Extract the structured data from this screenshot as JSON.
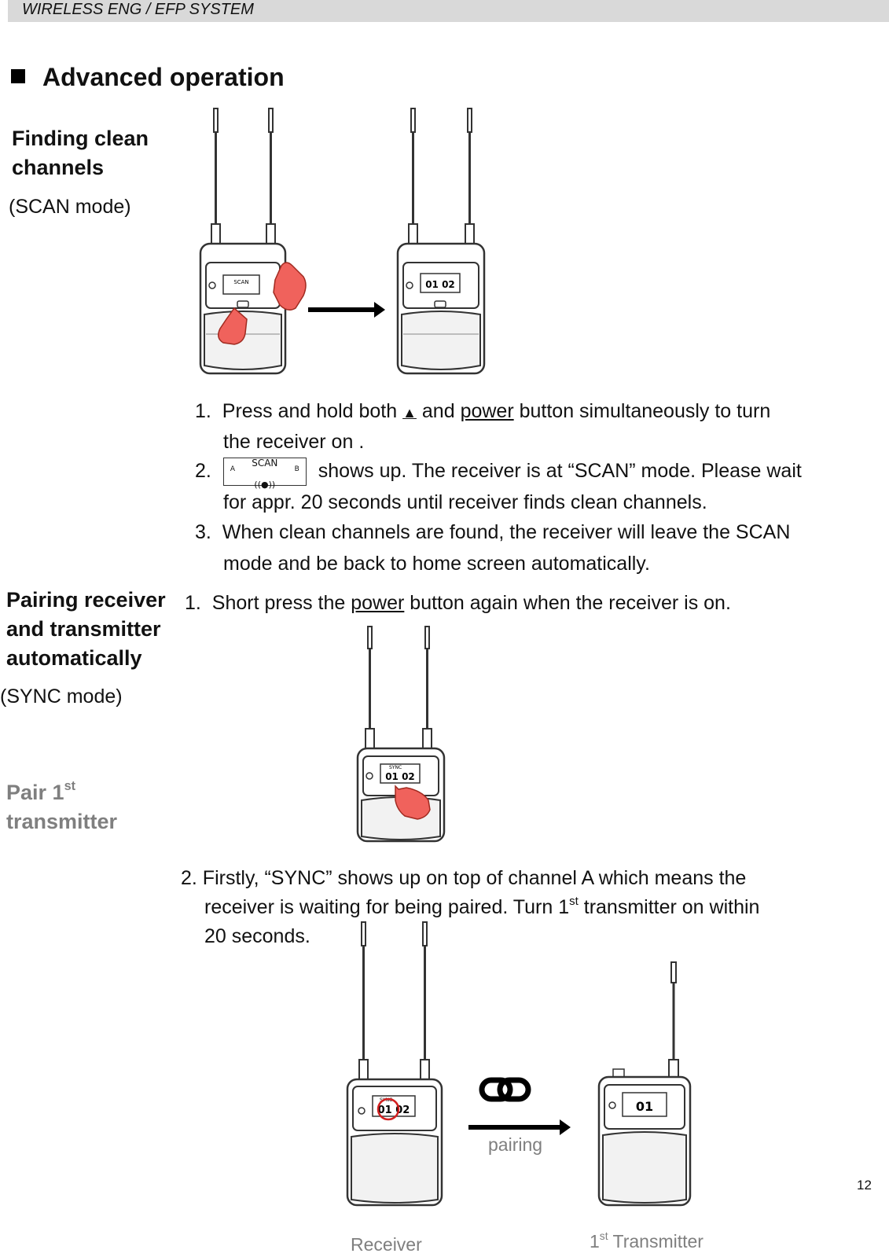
{
  "header": {
    "text": "WIRELESS ENG / EFP SYSTEM"
  },
  "title": "Advanced operation",
  "scan": {
    "heading_line1": "Finding clean",
    "heading_line2": "channels",
    "mode": "(SCAN mode)",
    "step1_num": "1.",
    "step1_a": "Press and hold both",
    "step1_b": "and",
    "step1_power": "power",
    "step1_c": "button simultaneously to turn",
    "step1_line2": "the receiver on .",
    "step2_num": "2.",
    "step2_a": "shows up. The receiver is at “SCAN” mode. Please wait",
    "step2_line2": "for appr. 20 seconds until receiver finds clean channels.",
    "step3_num": "3.",
    "step3_a": "When clean channels are found, the receiver will leave the SCAN",
    "step3_line2": "mode and be back to home screen automatically.",
    "lcd": {
      "title": "SCAN",
      "mid": "((●))",
      "a": "A",
      "b": "B"
    }
  },
  "sync": {
    "heading_line1": "Pairing receiver",
    "heading_line2": "and transmitter",
    "heading_line3": "automatically",
    "mode": "(SYNC mode)",
    "pair_a": "Pair 1",
    "pair_sup": "st",
    "pair_b": "transmitter",
    "step1_num": "1.",
    "step1_a": "Short press the",
    "step1_power": "power",
    "step1_b": "button again when the receiver is on.",
    "step2_a": "2. Firstly, “SYNC” shows up on top of channel A which means the",
    "step2_b": "receiver is waiting for being paired. Turn 1",
    "step2_sup": "st",
    "step2_c": "transmitter on within",
    "step2_line3": "20 seconds."
  },
  "device_lcd": {
    "scan_label": "SCAN",
    "channels": "01 02",
    "sync_label": "SYNC",
    "tx_channel": "01"
  },
  "captions": {
    "pairing": "pairing",
    "receiver": "Receiver",
    "tx_a": "1",
    "tx_sup": "st",
    "tx_b": "Transmitter"
  },
  "page_number": "12",
  "colors": {
    "hand": "#f0625c",
    "hand_outline": "#c0392b",
    "marker": "#d22020",
    "header_bg": "#d9d9d9"
  }
}
